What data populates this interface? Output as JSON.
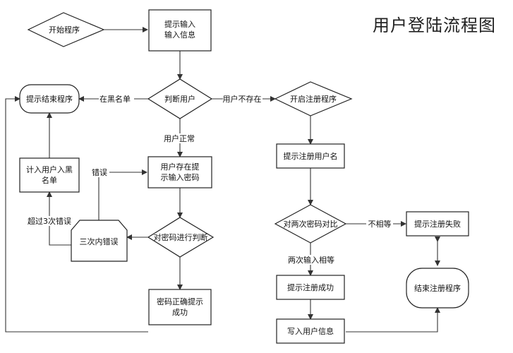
{
  "title": "用户登陆流程图",
  "nodes": {
    "start": "开始程序",
    "prompt_input": [
      "提示输入",
      "输入信息"
    ],
    "judge_user": "判断用户",
    "prompt_end": "提示结束程序",
    "start_register": "开启注册程序",
    "blacklist": [
      "计入用户入黑",
      "名单"
    ],
    "user_exists": [
      "用户存在提",
      "示输入密码"
    ],
    "prompt_username": "提示注册用户名",
    "within_three": "三次内错误",
    "judge_password": "对密码进行判断",
    "compare_passwords": "对两次密码对比",
    "register_fail": "提示注册失败",
    "login_success": [
      "密码正确提示",
      "成功"
    ],
    "register_success": "提示注册成功",
    "end_register": "结束注册程序",
    "write_user": "写入用户信息"
  },
  "edges": {
    "in_blacklist": "在黑名单",
    "user_not_exist": "用户不存在",
    "user_normal": "用户正常",
    "error": "错误",
    "over_three": "超过3次错误",
    "not_equal": "不相等",
    "both_equal": "两次输入相等"
  }
}
